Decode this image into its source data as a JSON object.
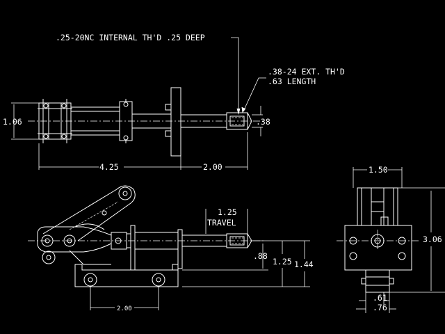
{
  "notes": {
    "internal_thread": ".25-20NC INTERNAL TH'D .25 DEEP",
    "external_thread_line1": ".38-24 EXT. TH'D",
    "external_thread_line2": ".63 LENGTH",
    "travel_value": "1.25",
    "travel_label": "TRAVEL"
  },
  "top_view": {
    "dim_height": "1.06",
    "dim_body_length": "4.25",
    "dim_plunger_length": "2.00",
    "dim_rod_dia": ".38"
  },
  "side_view": {
    "dim_base_hole_spacing": "2.00",
    "dim_rod_height": ".88",
    "dim_rod_end_height": "1.25",
    "dim_overall_height": "1.44"
  },
  "end_view": {
    "dim_width": "1.50",
    "dim_height": "3.06",
    "dim_slot": ".61",
    "dim_base": ".76"
  },
  "colors": {
    "background": "#000000",
    "linework": "#ffffff"
  }
}
